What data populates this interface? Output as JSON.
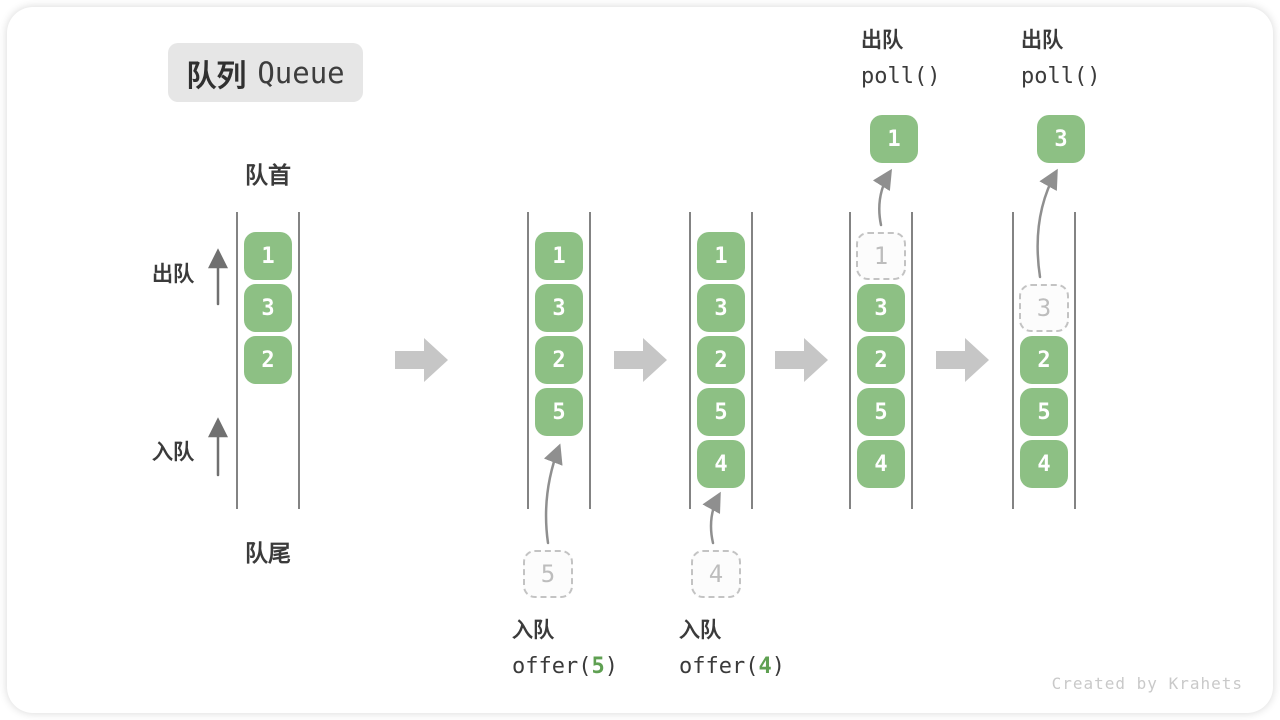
{
  "title": {
    "zh": "队列",
    "en": "Queue"
  },
  "labels": {
    "front": "队首",
    "rear": "队尾",
    "dequeue_side": "出队",
    "enqueue_side": "入队"
  },
  "watermark": "Created by Krahets",
  "colors": {
    "box_green": "#8DC084",
    "box_digit": "#FFFFFF",
    "dashed_border": "#C3C3C3",
    "dashed_digit": "#BDBDBD",
    "channel_line": "#646464",
    "block_arrow": "#C6C6C6",
    "curve_arrow": "#8F8F8F",
    "up_arrow": "#707070",
    "text_dark": "#3B3B3B",
    "code_green": "#5FA052",
    "badge_bg": "#E6E6E6",
    "watermark_gray": "#C9C9C9"
  },
  "states": [
    {
      "slots": [
        {
          "value": "1",
          "type": "filled"
        },
        {
          "value": "3",
          "type": "filled"
        },
        {
          "value": "2",
          "type": "filled"
        }
      ]
    },
    {
      "slots": [
        {
          "value": "1",
          "type": "filled"
        },
        {
          "value": "3",
          "type": "filled"
        },
        {
          "value": "2",
          "type": "filled"
        },
        {
          "value": "5",
          "type": "filled"
        }
      ],
      "pending": {
        "value": "5"
      },
      "caption": {
        "zh": "入队",
        "code_pre": "offer(",
        "code_arg": "5",
        "code_post": ")"
      }
    },
    {
      "slots": [
        {
          "value": "1",
          "type": "filled"
        },
        {
          "value": "3",
          "type": "filled"
        },
        {
          "value": "2",
          "type": "filled"
        },
        {
          "value": "5",
          "type": "filled"
        },
        {
          "value": "4",
          "type": "filled"
        }
      ],
      "pending": {
        "value": "4"
      },
      "caption": {
        "zh": "入队",
        "code_pre": "offer(",
        "code_arg": "4",
        "code_post": ")"
      }
    },
    {
      "slots": [
        {
          "value": "1",
          "type": "dashed"
        },
        {
          "value": "3",
          "type": "filled"
        },
        {
          "value": "2",
          "type": "filled"
        },
        {
          "value": "5",
          "type": "filled"
        },
        {
          "value": "4",
          "type": "filled"
        }
      ],
      "popped": {
        "value": "1"
      },
      "top_label": {
        "zh": "出队",
        "code": "poll()"
      }
    },
    {
      "slots": [
        {
          "type": "empty"
        },
        {
          "value": "3",
          "type": "dashed"
        },
        {
          "value": "2",
          "type": "filled"
        },
        {
          "value": "5",
          "type": "filled"
        },
        {
          "value": "4",
          "type": "filled"
        }
      ],
      "popped": {
        "value": "3"
      },
      "top_label": {
        "zh": "出队",
        "code": "poll()"
      }
    }
  ]
}
